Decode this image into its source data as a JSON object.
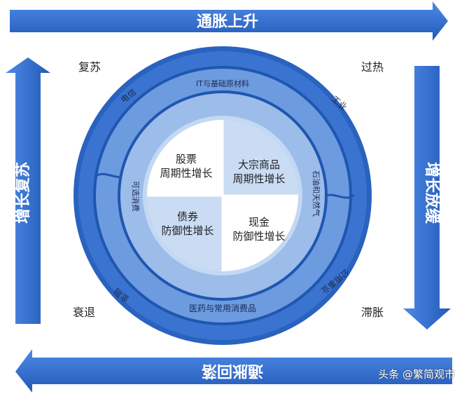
{
  "arrows": {
    "top": "通胀上升",
    "bottom": "通胀回落",
    "left": "增长复苏",
    "right": "增长放缓"
  },
  "phases": {
    "top_left": "复苏",
    "top_right": "过热",
    "bottom_left": "衰退",
    "bottom_right": "滞胀"
  },
  "outer_ring": {
    "top_left": "电信",
    "top_right": "工业",
    "bottom_left": "金融",
    "bottom_right": "公用事业"
  },
  "middle_ring": {
    "top": "IT与基础原材料",
    "right": "石油和天然气",
    "bottom": "医药与常用消费品",
    "left": "可选消费"
  },
  "quadrants": {
    "top_left": [
      "股票",
      "周期性增长"
    ],
    "top_right": [
      "大宗商品",
      "周期性增长"
    ],
    "bottom_left": [
      "债券",
      "防御性增长"
    ],
    "bottom_right": [
      "现金",
      "防御性增长"
    ]
  },
  "watermark": "头条 @繁简观市",
  "colors": {
    "dark_blue": "#2a66c4",
    "mid_blue": "#5b8fd8",
    "light_blue": "#9bbce8",
    "pale_blue": "#c9dcf3",
    "arrow_blue": "#2f6fd2"
  }
}
